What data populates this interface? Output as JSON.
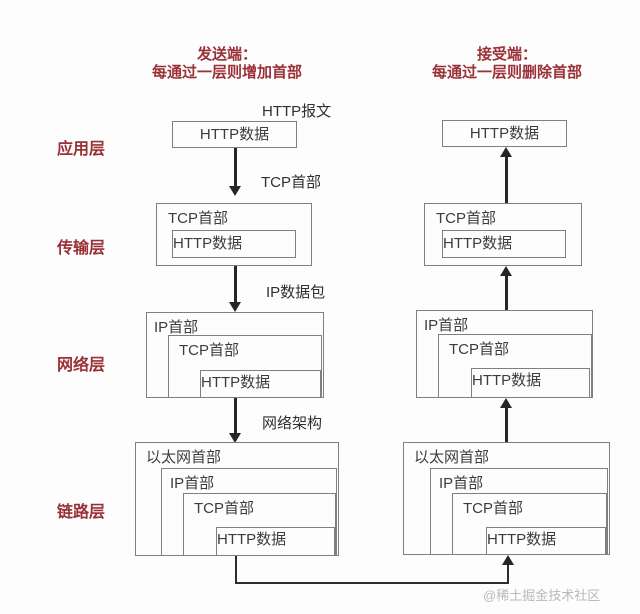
{
  "diagram": {
    "type": "network-encapsulation-diagram",
    "sender": {
      "title_line1": "发送端：",
      "title_line2": "每通过一层则增加首部"
    },
    "receiver": {
      "title_line1": "接受端：",
      "title_line2": "每通过一层则删除首部"
    },
    "layers": [
      {
        "id": "application",
        "label": "应用层"
      },
      {
        "id": "transport",
        "label": "传输层"
      },
      {
        "id": "network",
        "label": "网络层"
      },
      {
        "id": "link",
        "label": "链路层"
      }
    ],
    "box_labels": {
      "http_data": "HTTP数据",
      "tcp_header": "TCP首部",
      "ip_header": "IP首部",
      "ethernet_header": "以太网首部"
    },
    "flow_labels": {
      "http_message": "HTTP报文",
      "tcp_header": "TCP首部",
      "ip_packet": "IP数据包",
      "network_arch": "网络架构"
    },
    "colors": {
      "accent_red": "#9a3137",
      "box_border": "#7f7f7f",
      "box_text": "#3c3c3c",
      "arrow": "#262626",
      "watermark": "#b9b9b9",
      "background": "#fdfdfd"
    },
    "watermark": "@稀土掘金技术社区"
  }
}
